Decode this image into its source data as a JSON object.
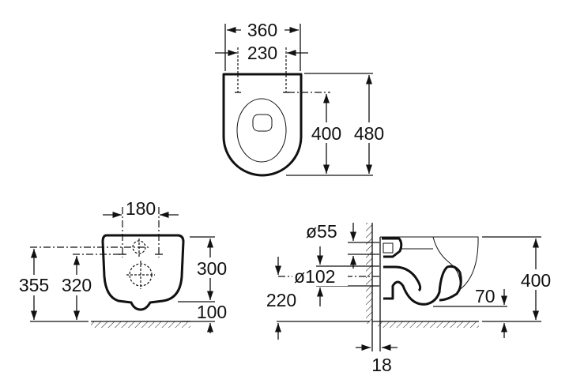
{
  "top_view": {
    "width_outer": "360",
    "width_fixing": "230",
    "fixing_depth": "400",
    "length": "480"
  },
  "front_view": {
    "fixing_spacing": "180",
    "height_body": "300",
    "clearance": "100",
    "height_upper_axis": "355",
    "height_fixing": "320"
  },
  "side_view": {
    "inlet_diameter": "ø55",
    "outlet_diameter": "ø102",
    "outlet_height": "220",
    "bowl_depth": "70",
    "height": "400",
    "wall_gap": "18"
  },
  "colors": {
    "line": "#111111",
    "background": "#ffffff"
  }
}
